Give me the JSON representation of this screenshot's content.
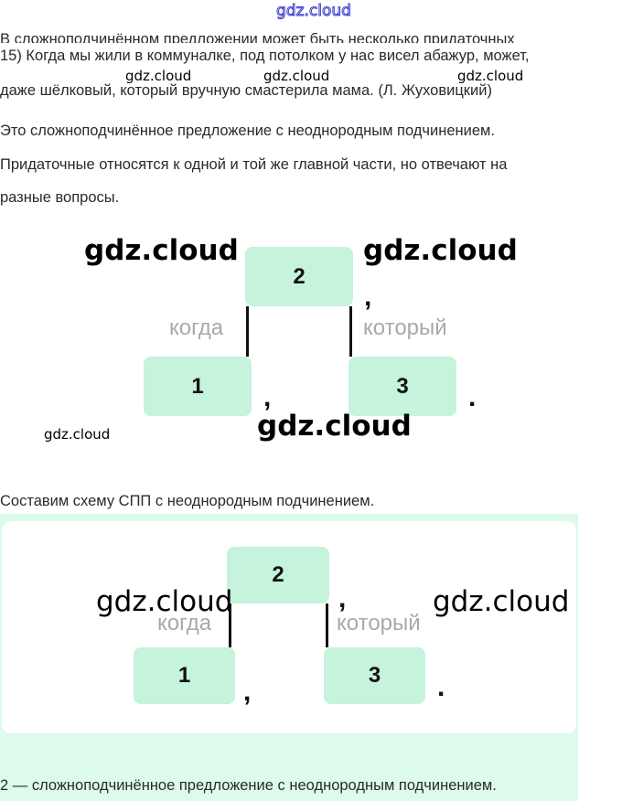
{
  "header": {
    "watermark": "gdz.cloud"
  },
  "intro_cut": "В сложноподчинённом предложении может быть несколько придаточных",
  "sentence": {
    "line1": "15) Когда мы жили в коммуналке, под потолком у нас висел абажур, может,",
    "line2": "даже шёлковый, который вручную смастерила мама. (Л. Жуховицкий)"
  },
  "explanation": [
    "Это сложноподчинённое предложение с неоднородным подчинением.",
    "Придаточные относятся к одной и той же главной части, но отвечают на",
    "разные вопросы."
  ],
  "diagram1": {
    "main": "2",
    "clause1": "1",
    "clause3": "3",
    "word1": "когда",
    "word3": "который",
    "comma": ",",
    "period": "."
  },
  "scheme_intro": "Составим схему СПП с неоднородным подчинением.",
  "diagram2": {
    "main": "2",
    "clause1": "1",
    "clause3": "3",
    "word1": "когда",
    "word3": "который",
    "comma": ",",
    "period": "."
  },
  "answer": "2 — сложноподчинённое предложение с неоднородным подчинением.",
  "watermarks": {
    "text": "gdz.cloud"
  },
  "colors": {
    "box": "#c5f3dc",
    "mint": "#dcfbea",
    "watermark_top": "#3a3ad0"
  }
}
